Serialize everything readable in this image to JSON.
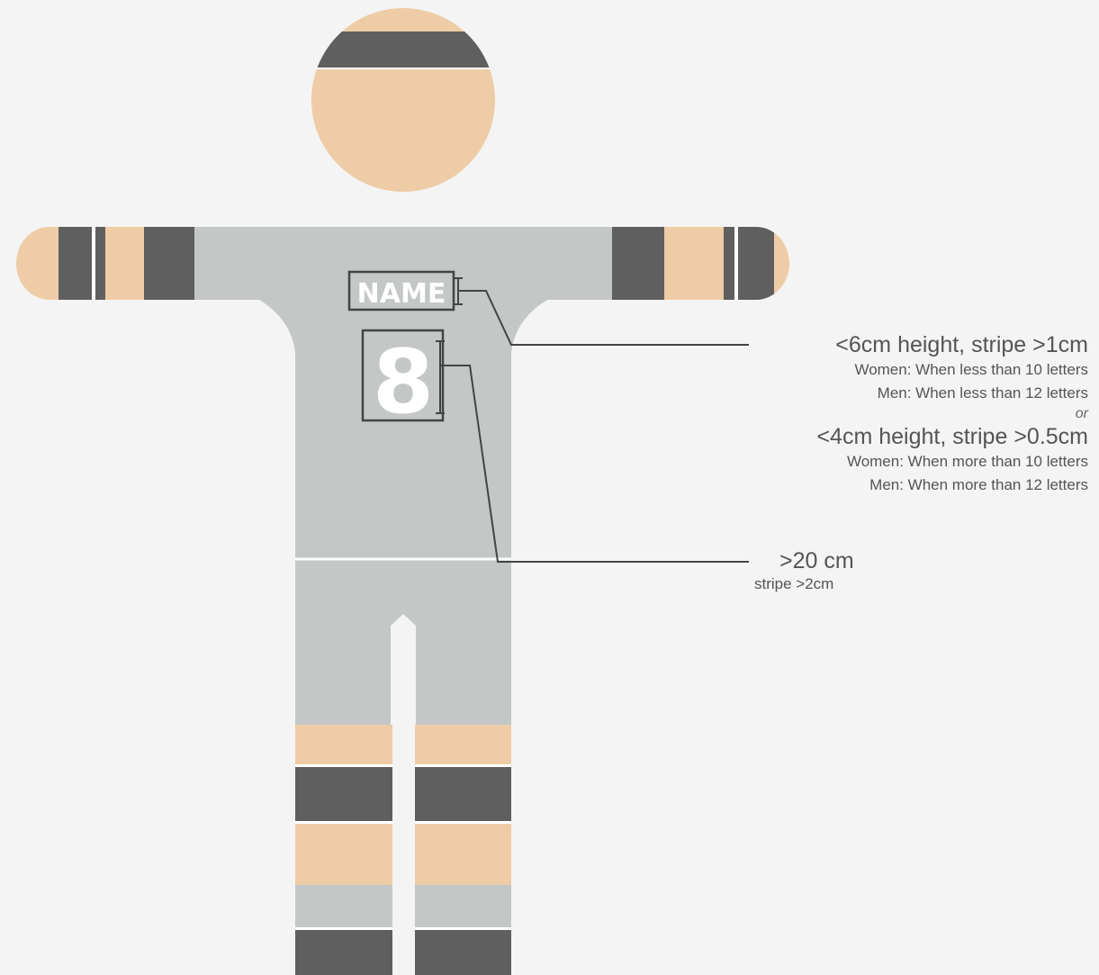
{
  "colors": {
    "background": "#f4f4f4",
    "skin": "#eecca6",
    "uniform": "#c3c7c6",
    "stripe_dark": "#5f5f5f",
    "leader_line": "#444444"
  },
  "jersey": {
    "name_text": "NAME",
    "number_text": "8"
  },
  "annotations": {
    "name_rule": {
      "option_a": {
        "heading": "<6cm height,  stripe >1cm",
        "women": "Women: When less than 10 letters",
        "men": "Men: When less than 12 letters"
      },
      "separator": "or",
      "option_b": {
        "heading": "<4cm height,  stripe >0.5cm",
        "women": "Women: When more than 10 letters",
        "men": "Men: When more than 12 letters"
      }
    },
    "number_rule": {
      "heading": ">20 cm",
      "sub": "stripe >2cm"
    }
  }
}
